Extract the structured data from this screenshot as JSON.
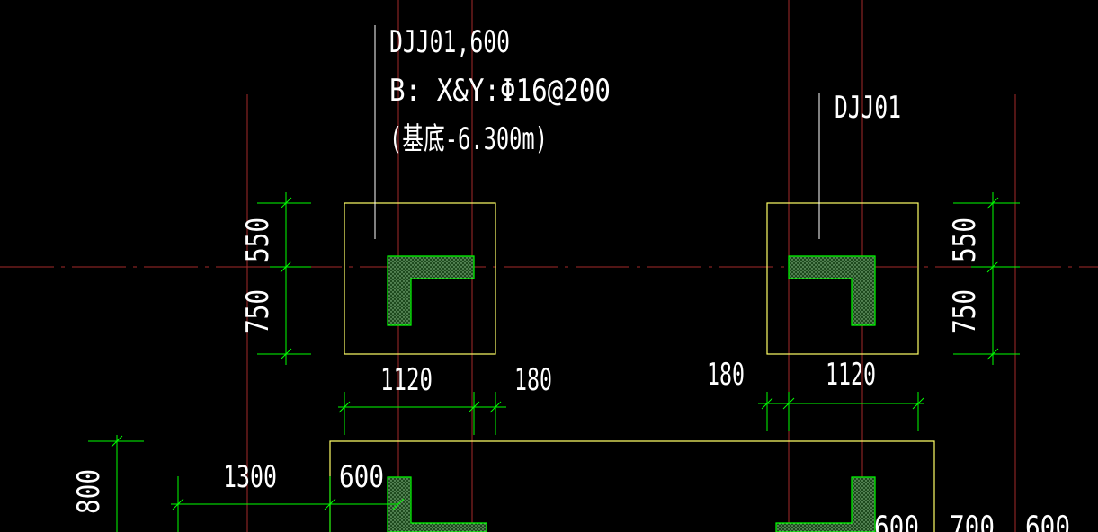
{
  "colors": {
    "background": "#000000",
    "axis": "#a52a2a",
    "outline": "#ffff66",
    "dimension": "#00ff00",
    "text": "#ffffff",
    "leader": "#ffffff",
    "column_fill": "#2a6a2a"
  },
  "annotations": {
    "left_tag": "DJJ01,600",
    "left_rebar": "B: X&Y:Φ16@200",
    "left_elevation": "(基底-6.300m)",
    "right_tag": "DJJ01"
  },
  "dimensions": {
    "left_upper": "550",
    "left_lower": "750",
    "left_width": "1120",
    "left_offset": "180",
    "right_offset": "180",
    "right_width": "1120",
    "right_upper": "550",
    "right_lower": "750",
    "bottom_height": "800",
    "bottom_span": "1300",
    "bottom_col": "600",
    "bottom_right_a": "600",
    "bottom_right_b": "700",
    "bottom_right_c": "600"
  }
}
